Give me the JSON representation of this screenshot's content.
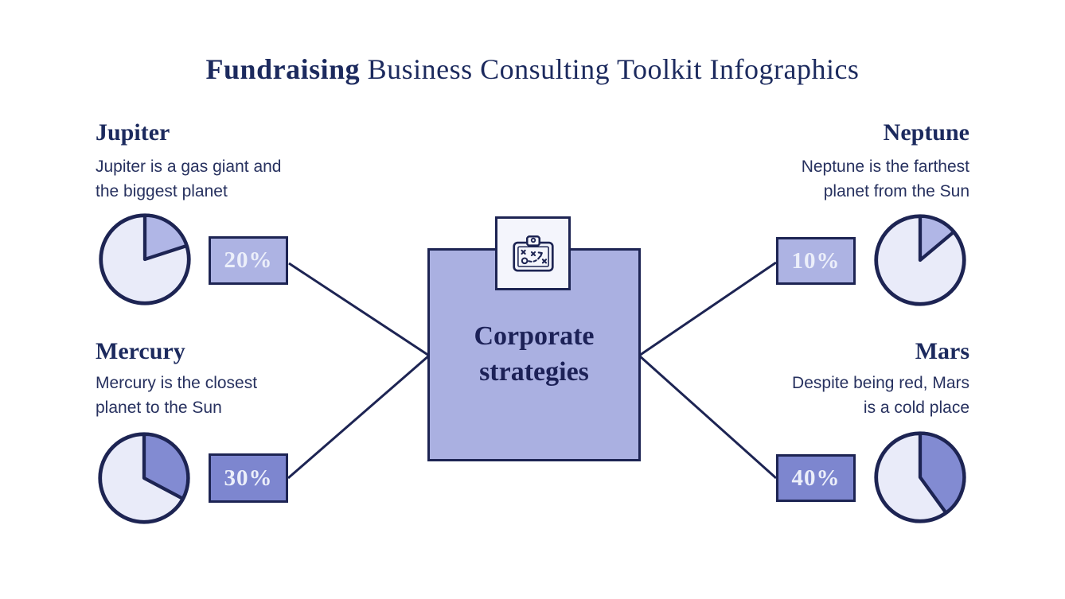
{
  "title": {
    "bold": "Fundraising",
    "rest": " Business Consulting Toolkit Infographics"
  },
  "center": {
    "label": "Corporate\nstrategies",
    "icon": "strategy-clipboard-icon"
  },
  "planets": [
    {
      "id": "jupiter",
      "name": "Jupiter",
      "description": "Jupiter is a gas giant and\nthe biggest planet",
      "percent": "20%",
      "side": "left",
      "slice_degrees": 72,
      "slice_color": "#b0b6e6",
      "box_color": "#adb3e3"
    },
    {
      "id": "neptune",
      "name": "Neptune",
      "description": "Neptune is the farthest\nplanet from the Sun",
      "percent": "10%",
      "side": "right",
      "slice_degrees": 50,
      "slice_color": "#b0b6e6",
      "box_color": "#adb3e3"
    },
    {
      "id": "mercury",
      "name": "Mercury",
      "description": "Mercury is the closest\nplanet to the Sun",
      "percent": "30%",
      "side": "left",
      "slice_degrees": 118,
      "slice_color": "#828bd2",
      "box_color": "#7d86cf"
    },
    {
      "id": "mars",
      "name": "Mars",
      "description": "Despite being red, Mars\nis a cold place",
      "percent": "40%",
      "side": "right",
      "slice_degrees": 144,
      "slice_color": "#828bd2",
      "box_color": "#7d86cf"
    }
  ],
  "colors": {
    "navy_stroke": "#1d2453",
    "heading_text": "#1c2a5e",
    "pie_base": "#e9ebf9",
    "center_fill": "#aab0e1",
    "icon_box_fill": "#f4f5fc",
    "percent_text": "#eceffa",
    "background": "#ffffff"
  },
  "chart_data": [
    {
      "type": "pie",
      "title": "Jupiter",
      "labels": [
        "highlighted",
        "remainder"
      ],
      "values": [
        20,
        80
      ]
    },
    {
      "type": "pie",
      "title": "Neptune",
      "labels": [
        "highlighted",
        "remainder"
      ],
      "values": [
        10,
        90
      ]
    },
    {
      "type": "pie",
      "title": "Mercury",
      "labels": [
        "highlighted",
        "remainder"
      ],
      "values": [
        30,
        70
      ]
    },
    {
      "type": "pie",
      "title": "Mars",
      "labels": [
        "highlighted",
        "remainder"
      ],
      "values": [
        40,
        60
      ]
    }
  ]
}
